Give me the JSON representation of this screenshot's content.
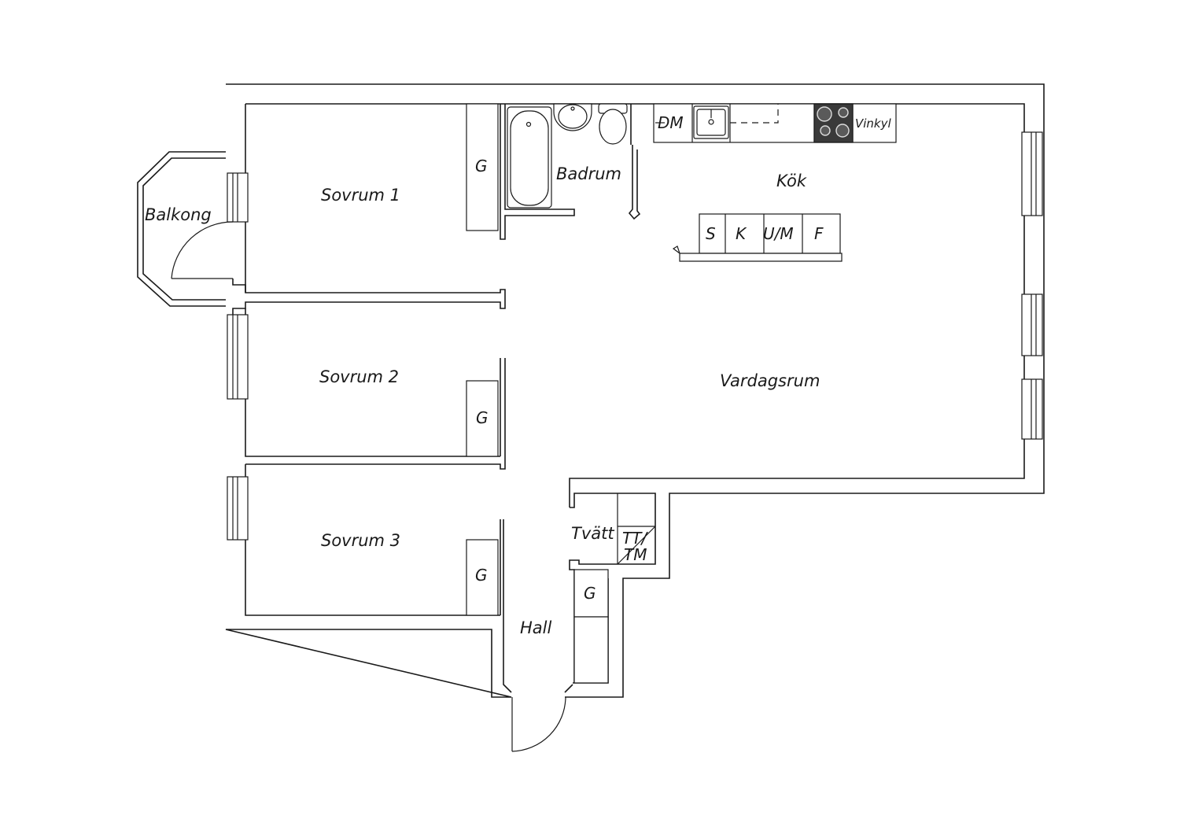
{
  "rooms": {
    "balcony": "Balkong",
    "bedroom1": "Sovrum 1",
    "bedroom2": "Sovrum 2",
    "bedroom3": "Sovrum 3",
    "bathroom": "Badrum",
    "kitchen": "Kök",
    "living": "Vardagsrum",
    "laundry": "Tvätt",
    "hall": "Hall"
  },
  "fixtures": {
    "wardrobe": "G",
    "dishwasher": "DM",
    "fridge_freezer": "Vinkyl",
    "cabinet_s": "S",
    "cabinet_k": "K",
    "cabinet_um": "U/M",
    "cabinet_f": "F",
    "dryer_line1": "TT/",
    "dryer_line2": "TM"
  },
  "colors": {
    "line": "#1a1a1a",
    "hob": "#3a3a3a"
  }
}
